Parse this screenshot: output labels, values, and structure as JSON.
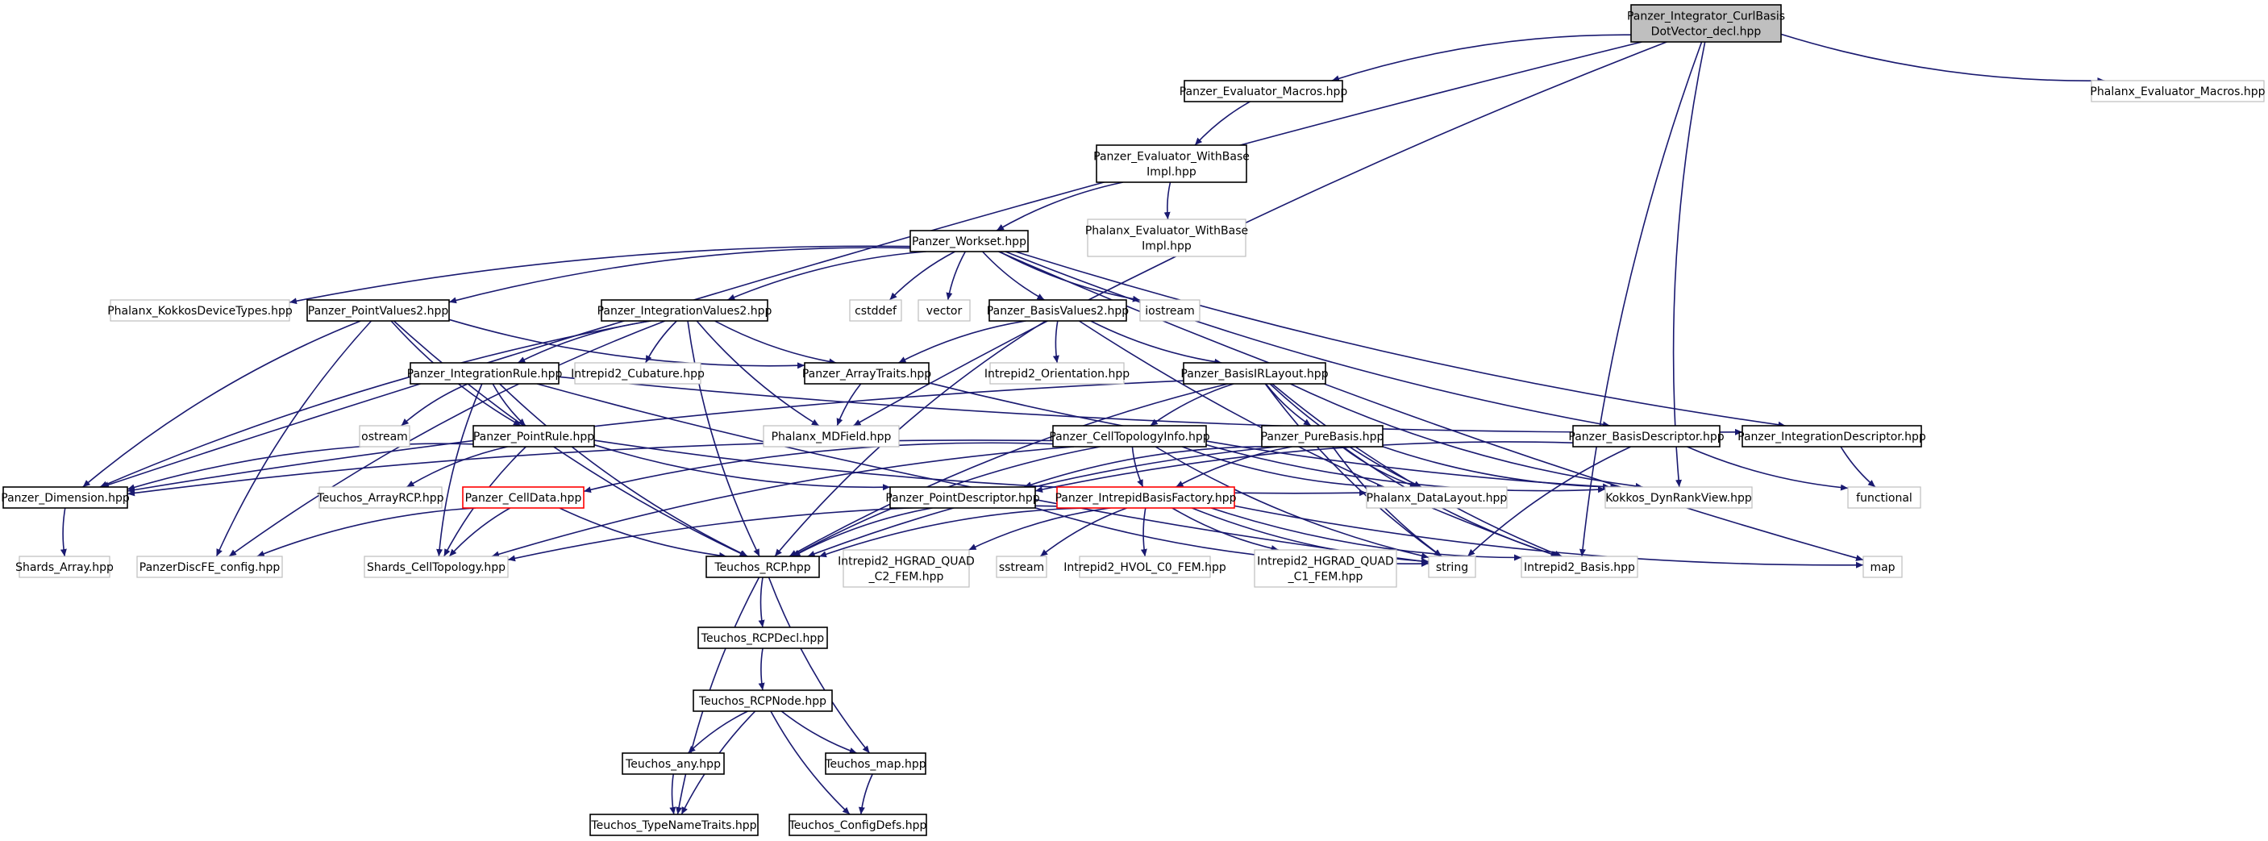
{
  "colors": {
    "edge": "#191970",
    "box_normal": "#000000",
    "box_external": "#bfbfbf",
    "box_incomplete": "#ff0000",
    "root_fill": "#bfbfbf"
  },
  "nodes": [
    {
      "id": "root",
      "lines": [
        "Panzer_Integrator_CurlBasis",
        "DotVector_decl.hpp"
      ],
      "kind": "root"
    },
    {
      "id": "evmac",
      "lines": [
        "Panzer_Evaluator_Macros.hpp"
      ],
      "kind": "normal"
    },
    {
      "id": "phevmac",
      "lines": [
        "Phalanx_Evaluator_Macros.hpp"
      ],
      "kind": "external"
    },
    {
      "id": "evwb",
      "lines": [
        "Panzer_Evaluator_WithBase",
        "Impl.hpp"
      ],
      "kind": "normal"
    },
    {
      "id": "phevwb",
      "lines": [
        "Phalanx_Evaluator_WithBase",
        "Impl.hpp"
      ],
      "kind": "external"
    },
    {
      "id": "workset",
      "lines": [
        "Panzer_Workset.hpp"
      ],
      "kind": "normal"
    },
    {
      "id": "kokdev",
      "lines": [
        "Phalanx_KokkosDeviceTypes.hpp"
      ],
      "kind": "external"
    },
    {
      "id": "pv2",
      "lines": [
        "Panzer_PointValues2.hpp"
      ],
      "kind": "normal"
    },
    {
      "id": "iv2",
      "lines": [
        "Panzer_IntegrationValues2.hpp"
      ],
      "kind": "normal"
    },
    {
      "id": "cstddef",
      "lines": [
        "cstddef"
      ],
      "kind": "external"
    },
    {
      "id": "vector",
      "lines": [
        "vector"
      ],
      "kind": "external"
    },
    {
      "id": "bv2",
      "lines": [
        "Panzer_BasisValues2.hpp"
      ],
      "kind": "normal"
    },
    {
      "id": "iostream",
      "lines": [
        "iostream"
      ],
      "kind": "external"
    },
    {
      "id": "irule",
      "lines": [
        "Panzer_IntegrationRule.hpp"
      ],
      "kind": "normal"
    },
    {
      "id": "cub",
      "lines": [
        "Intrepid2_Cubature.hpp"
      ],
      "kind": "external"
    },
    {
      "id": "arrtr",
      "lines": [
        "Panzer_ArrayTraits.hpp"
      ],
      "kind": "normal"
    },
    {
      "id": "orient",
      "lines": [
        "Intrepid2_Orientation.hpp"
      ],
      "kind": "external"
    },
    {
      "id": "birl",
      "lines": [
        "Panzer_BasisIRLayout.hpp"
      ],
      "kind": "normal"
    },
    {
      "id": "ostream",
      "lines": [
        "ostream"
      ],
      "kind": "external"
    },
    {
      "id": "prule",
      "lines": [
        "Panzer_PointRule.hpp"
      ],
      "kind": "normal"
    },
    {
      "id": "mdf",
      "lines": [
        "Phalanx_MDField.hpp"
      ],
      "kind": "external"
    },
    {
      "id": "ctinfo",
      "lines": [
        "Panzer_CellTopologyInfo.hpp"
      ],
      "kind": "normal"
    },
    {
      "id": "pbasis",
      "lines": [
        "Panzer_PureBasis.hpp"
      ],
      "kind": "normal"
    },
    {
      "id": "bdesc",
      "lines": [
        "Panzer_BasisDescriptor.hpp"
      ],
      "kind": "normal"
    },
    {
      "id": "idesc",
      "lines": [
        "Panzer_IntegrationDescriptor.hpp"
      ],
      "kind": "normal"
    },
    {
      "id": "dim",
      "lines": [
        "Panzer_Dimension.hpp"
      ],
      "kind": "normal"
    },
    {
      "id": "arcp",
      "lines": [
        "Teuchos_ArrayRCP.hpp"
      ],
      "kind": "external"
    },
    {
      "id": "celldata",
      "lines": [
        "Panzer_CellData.hpp"
      ],
      "kind": "incomplete"
    },
    {
      "id": "pdesc",
      "lines": [
        "Panzer_PointDescriptor.hpp"
      ],
      "kind": "normal"
    },
    {
      "id": "ibf",
      "lines": [
        "Panzer_IntrepidBasisFactory.hpp"
      ],
      "kind": "incomplete"
    },
    {
      "id": "datalay",
      "lines": [
        "Phalanx_DataLayout.hpp"
      ],
      "kind": "external"
    },
    {
      "id": "kdrv",
      "lines": [
        "Kokkos_DynRankView.hpp"
      ],
      "kind": "external"
    },
    {
      "id": "functional",
      "lines": [
        "functional"
      ],
      "kind": "external"
    },
    {
      "id": "shardsarr",
      "lines": [
        "Shards_Array.hpp"
      ],
      "kind": "external"
    },
    {
      "id": "pdfe",
      "lines": [
        "PanzerDiscFE_config.hpp"
      ],
      "kind": "external"
    },
    {
      "id": "shardsct",
      "lines": [
        "Shards_CellTopology.hpp"
      ],
      "kind": "external"
    },
    {
      "id": "rcp",
      "lines": [
        "Teuchos_RCP.hpp"
      ],
      "kind": "normal"
    },
    {
      "id": "hgc2",
      "lines": [
        "Intrepid2_HGRAD_QUAD",
        "_C2_FEM.hpp"
      ],
      "kind": "external"
    },
    {
      "id": "sstream",
      "lines": [
        "sstream"
      ],
      "kind": "external"
    },
    {
      "id": "hvol",
      "lines": [
        "Intrepid2_HVOL_C0_FEM.hpp"
      ],
      "kind": "external"
    },
    {
      "id": "hgc1",
      "lines": [
        "Intrepid2_HGRAD_QUAD",
        "_C1_FEM.hpp"
      ],
      "kind": "external"
    },
    {
      "id": "string",
      "lines": [
        "string"
      ],
      "kind": "external"
    },
    {
      "id": "ibasis",
      "lines": [
        "Intrepid2_Basis.hpp"
      ],
      "kind": "external"
    },
    {
      "id": "map",
      "lines": [
        "map"
      ],
      "kind": "external"
    },
    {
      "id": "rcpdecl",
      "lines": [
        "Teuchos_RCPDecl.hpp"
      ],
      "kind": "normal"
    },
    {
      "id": "rcpnode",
      "lines": [
        "Teuchos_RCPNode.hpp"
      ],
      "kind": "normal"
    },
    {
      "id": "tany",
      "lines": [
        "Teuchos_any.hpp"
      ],
      "kind": "normal"
    },
    {
      "id": "tmap",
      "lines": [
        "Teuchos_map.hpp"
      ],
      "kind": "normal"
    },
    {
      "id": "tntr",
      "lines": [
        "Teuchos_TypeNameTraits.hpp"
      ],
      "kind": "normal"
    },
    {
      "id": "tcfg",
      "lines": [
        "Teuchos_ConfigDefs.hpp"
      ],
      "kind": "normal"
    }
  ],
  "edges": [
    [
      "root",
      "evmac"
    ],
    [
      "root",
      "phevmac"
    ],
    [
      "root",
      "dim"
    ],
    [
      "root",
      "mdf"
    ],
    [
      "root",
      "kdrv"
    ],
    [
      "root",
      "ibasis"
    ],
    [
      "evmac",
      "evwb"
    ],
    [
      "evwb",
      "phevwb"
    ],
    [
      "evwb",
      "workset"
    ],
    [
      "workset",
      "kokdev"
    ],
    [
      "workset",
      "pv2"
    ],
    [
      "workset",
      "iv2"
    ],
    [
      "workset",
      "cstddef"
    ],
    [
      "workset",
      "vector"
    ],
    [
      "workset",
      "bv2"
    ],
    [
      "workset",
      "iostream"
    ],
    [
      "workset",
      "bdesc"
    ],
    [
      "workset",
      "idesc"
    ],
    [
      "workset",
      "map"
    ],
    [
      "pv2",
      "arrtr"
    ],
    [
      "pv2",
      "prule"
    ],
    [
      "pv2",
      "dim"
    ],
    [
      "pv2",
      "pdfe"
    ],
    [
      "pv2",
      "rcp"
    ],
    [
      "iv2",
      "irule"
    ],
    [
      "iv2",
      "cub"
    ],
    [
      "iv2",
      "arrtr"
    ],
    [
      "iv2",
      "mdf"
    ],
    [
      "iv2",
      "rcp"
    ],
    [
      "iv2",
      "dim"
    ],
    [
      "iv2",
      "pdfe"
    ],
    [
      "bv2",
      "arrtr"
    ],
    [
      "bv2",
      "orient"
    ],
    [
      "bv2",
      "birl"
    ],
    [
      "bv2",
      "rcp"
    ],
    [
      "bv2",
      "ibasis"
    ],
    [
      "arrtr",
      "mdf"
    ],
    [
      "arrtr",
      "kdrv"
    ],
    [
      "irule",
      "ostream"
    ],
    [
      "irule",
      "prule"
    ],
    [
      "irule",
      "rcp"
    ],
    [
      "irule",
      "shardsct"
    ],
    [
      "irule",
      "string"
    ],
    [
      "irule",
      "idesc"
    ],
    [
      "birl",
      "ctinfo"
    ],
    [
      "birl",
      "pbasis"
    ],
    [
      "birl",
      "datalay"
    ],
    [
      "birl",
      "kdrv"
    ],
    [
      "birl",
      "rcp"
    ],
    [
      "birl",
      "dim"
    ],
    [
      "birl",
      "string"
    ],
    [
      "birl",
      "ibasis"
    ],
    [
      "prule",
      "arcp"
    ],
    [
      "prule",
      "pdesc"
    ],
    [
      "prule",
      "dim"
    ],
    [
      "prule",
      "shardsct"
    ],
    [
      "prule",
      "datalay"
    ],
    [
      "ctinfo",
      "celldata"
    ],
    [
      "ctinfo",
      "ibf"
    ],
    [
      "ctinfo",
      "datalay"
    ],
    [
      "ctinfo",
      "rcp"
    ],
    [
      "ctinfo",
      "dim"
    ],
    [
      "ctinfo",
      "string"
    ],
    [
      "ctinfo",
      "shardsct"
    ],
    [
      "ctinfo",
      "kdrv"
    ],
    [
      "pbasis",
      "pdesc"
    ],
    [
      "pbasis",
      "ibf"
    ],
    [
      "pbasis",
      "datalay"
    ],
    [
      "pbasis",
      "rcp"
    ],
    [
      "pbasis",
      "string"
    ],
    [
      "pbasis",
      "ibasis"
    ],
    [
      "pbasis",
      "kdrv"
    ],
    [
      "bdesc",
      "pdesc"
    ],
    [
      "bdesc",
      "functional"
    ],
    [
      "bdesc",
      "string"
    ],
    [
      "idesc",
      "functional"
    ],
    [
      "celldata",
      "pdfe"
    ],
    [
      "celldata",
      "shardsct"
    ],
    [
      "celldata",
      "rcp"
    ],
    [
      "pdesc",
      "rcp"
    ],
    [
      "pdesc",
      "string"
    ],
    [
      "ibf",
      "hgc2"
    ],
    [
      "ibf",
      "sstream"
    ],
    [
      "ibf",
      "hvol"
    ],
    [
      "ibf",
      "hgc1"
    ],
    [
      "ibf",
      "string"
    ],
    [
      "ibf",
      "shardsct"
    ],
    [
      "ibf",
      "rcp"
    ],
    [
      "ibf",
      "ibasis"
    ],
    [
      "ibf",
      "map"
    ],
    [
      "dim",
      "shardsarr"
    ],
    [
      "rcp",
      "rcpdecl"
    ],
    [
      "rcp",
      "tntr"
    ],
    [
      "rcp",
      "tmap"
    ],
    [
      "rcpdecl",
      "rcpnode"
    ],
    [
      "rcpnode",
      "tany"
    ],
    [
      "rcpnode",
      "tntr"
    ],
    [
      "rcpnode",
      "tmap"
    ],
    [
      "rcpnode",
      "tcfg"
    ],
    [
      "tany",
      "tntr"
    ],
    [
      "tmap",
      "tcfg"
    ]
  ]
}
